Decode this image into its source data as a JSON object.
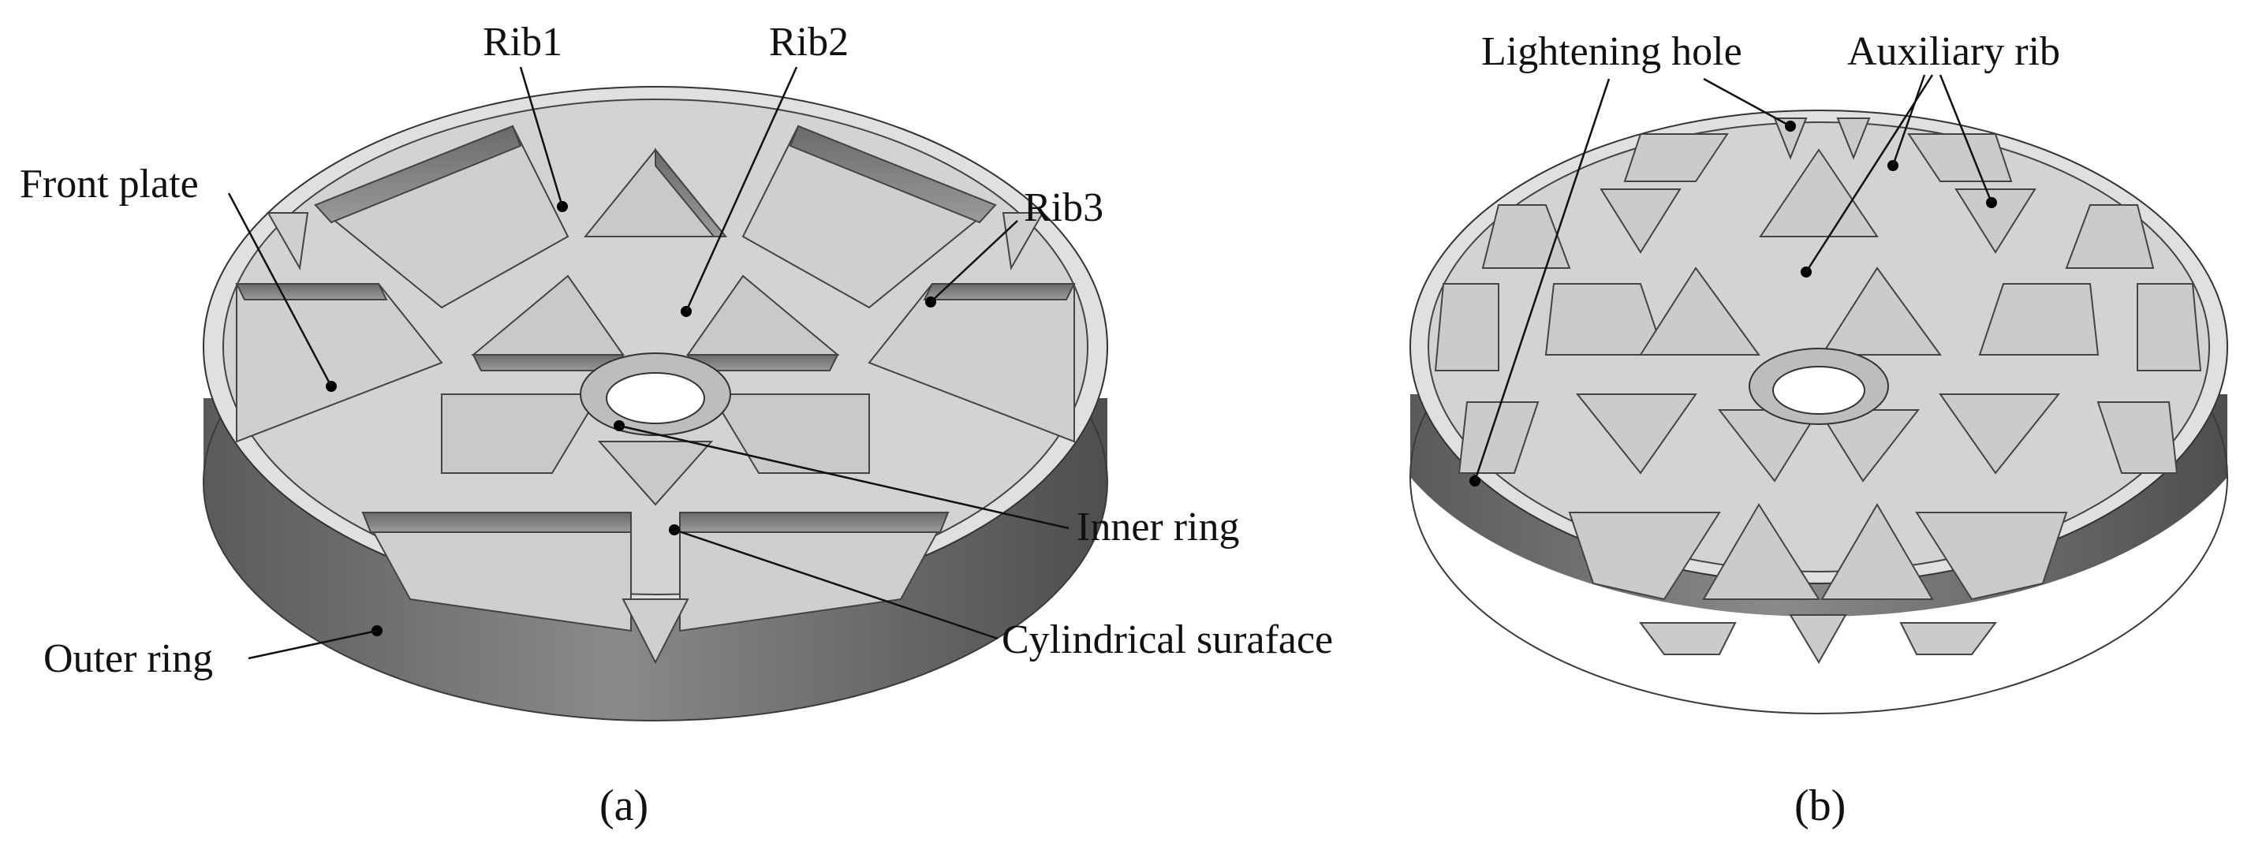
{
  "panel_a": {
    "caption": "(a)",
    "labels": {
      "rib1": "Rib1",
      "rib2": "Rib2",
      "rib3": "Rib3",
      "front_plate": "Front plate",
      "inner_ring": "Inner ring",
      "cylindrical_surface": "Cylindrical suraface",
      "outer_ring": "Outer ring"
    }
  },
  "panel_b": {
    "caption": "(b)",
    "labels": {
      "lightening_hole": "Lightening hole",
      "auxiliary_rib": "Auxiliary rib"
    }
  },
  "colors": {
    "plate_face": "#d9d9d9",
    "rim_side": "#6e6e6e",
    "pocket_floor": "#c8c8c8",
    "pocket_wall": "#7d7d7d",
    "leader": "#111111"
  }
}
